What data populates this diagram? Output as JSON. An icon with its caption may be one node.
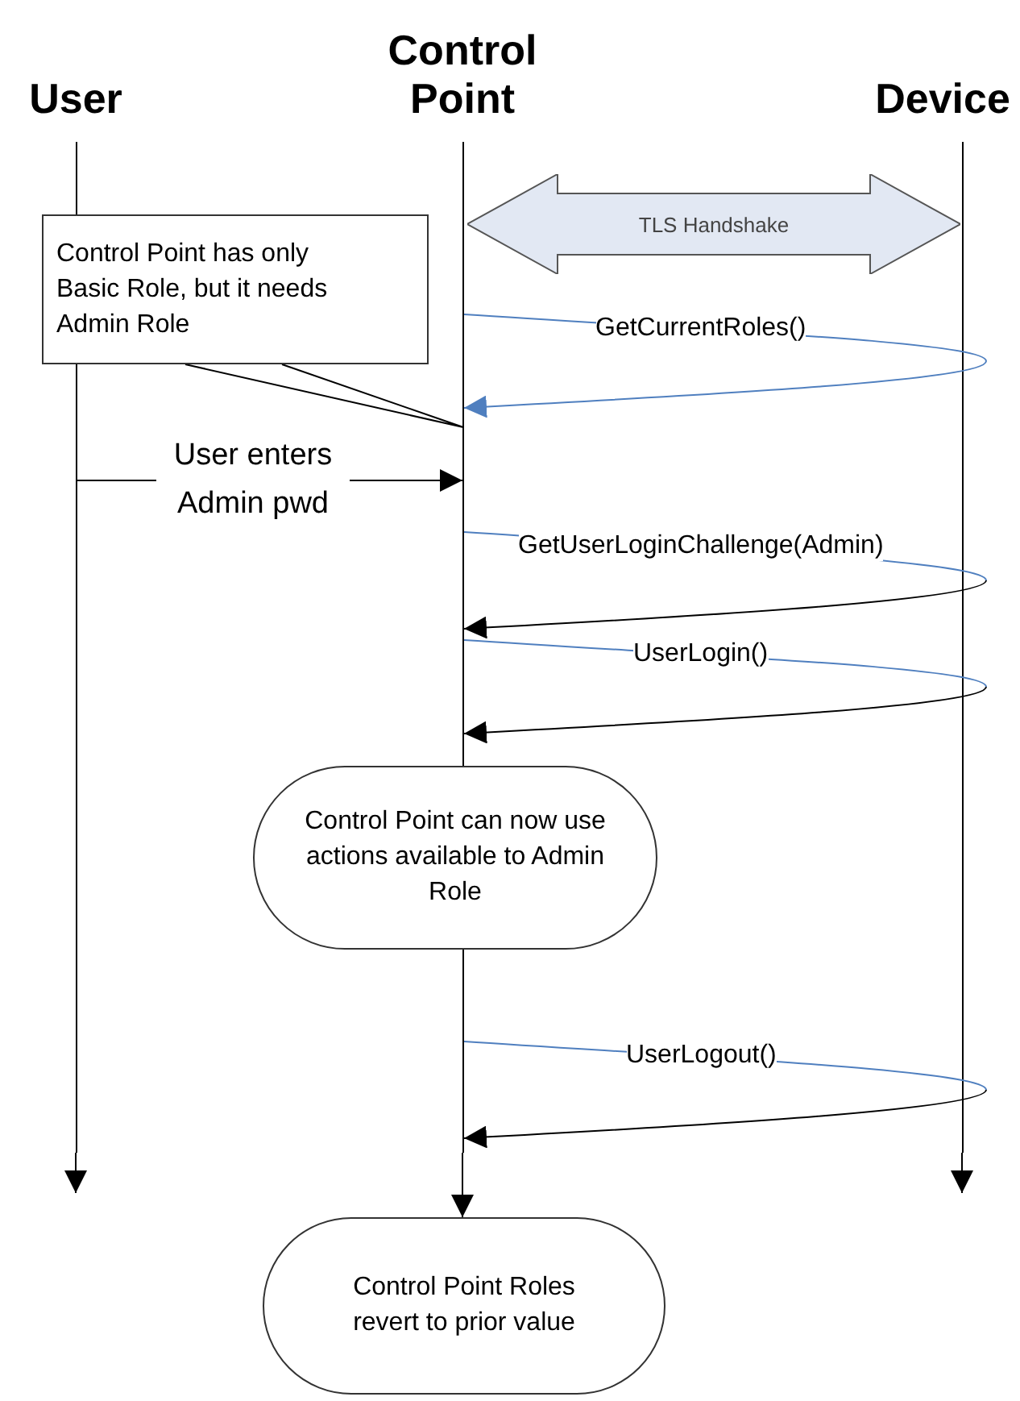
{
  "diagram": {
    "nodes": [
      {
        "text": [
          "User"
        ]
      },
      {
        "text": [
          "Control Point"
        ]
      },
      {
        "text": [
          "Device"
        ]
      },
      {
        "text": [],
        "shape": "bar"
      },
      {
        "text": [],
        "shape": "bar"
      },
      {
        "text": [],
        "shape": "bar"
      },
      {
        "text": [
          "TLS Handshake"
        ]
      },
      {
        "text": [
          "Control Point has only Basic Role, but it needs Admin Role"
        ]
      },
      {
        "text": [
          "Control Point can now use actions available to Admin Role"
        ]
      },
      {
        "text": [
          "Control Point Roles revert to prior value"
        ]
      }
    ],
    "edges": [
      {
        "from": 3,
        "to": null,
        "arrow": "to"
      },
      {
        "from": 4,
        "to": 9,
        "arrow": "to"
      },
      {
        "from": 5,
        "to": null,
        "arrow": "to"
      },
      {
        "from": 7,
        "to": 4,
        "arrow": "none"
      },
      {
        "from": 4,
        "to": 4,
        "arrow": "to",
        "label": "GetCurrentRoles()",
        "color": "#4f7fbf"
      },
      {
        "from": 3,
        "to": 4,
        "arrow": "to",
        "label": "User enters Admin pwd"
      },
      {
        "from": 4,
        "to": 4,
        "arrow": "to",
        "label": "GetUserLoginChallenge(Admin)"
      },
      {
        "from": 4,
        "to": 4,
        "arrow": "to",
        "label": "UserLogin()"
      },
      {
        "from": 4,
        "to": 4,
        "arrow": "to",
        "label": "UserLogout()"
      }
    ]
  }
}
